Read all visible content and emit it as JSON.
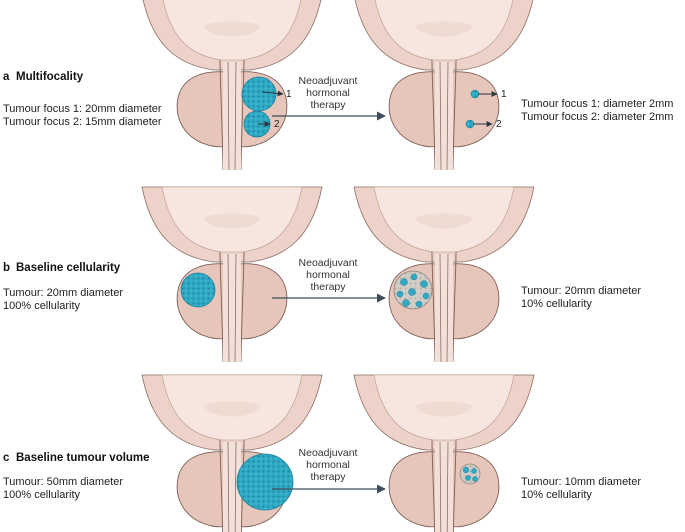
{
  "panels": [
    {
      "letter": "a",
      "title": "Multifocality",
      "before_lines": [
        "Tumour focus 1: 20mm diameter",
        "Tumour focus 2: 15mm diameter"
      ],
      "arrow_lines": [
        "Neoadjuvant",
        "hormonal",
        "therapy"
      ],
      "after_lines": [
        "Tumour focus 1: diameter 2mm",
        "Tumour focus 2: diameter 2mm"
      ],
      "focus_labels": [
        "1",
        "2"
      ]
    },
    {
      "letter": "b",
      "title": "Baseline cellularity",
      "before_lines": [
        "Tumour: 20mm diameter",
        "100% cellularity"
      ],
      "arrow_lines": [
        "Neoadjuvant",
        "hormonal",
        "therapy"
      ],
      "after_lines": [
        "Tumour: 20mm diameter",
        "10% cellularity"
      ]
    },
    {
      "letter": "c",
      "title": "Baseline tumour volume",
      "before_lines": [
        "Tumour: 50mm diameter",
        "100% cellularity"
      ],
      "arrow_lines": [
        "Neoadjuvant",
        "hormonal",
        "therapy"
      ],
      "after_lines": [
        "Tumour: 10mm diameter",
        "10% cellularity"
      ]
    }
  ],
  "colors": {
    "tissue": "#ecd2c8",
    "bladder_wall": "#dcb8ab",
    "outline": "#8b6f66",
    "tumour": "#2fa9c4",
    "tumour_dark": "#1c7f98",
    "stroma": "#c9c6c0",
    "arrow": "#3f4e5a"
  }
}
